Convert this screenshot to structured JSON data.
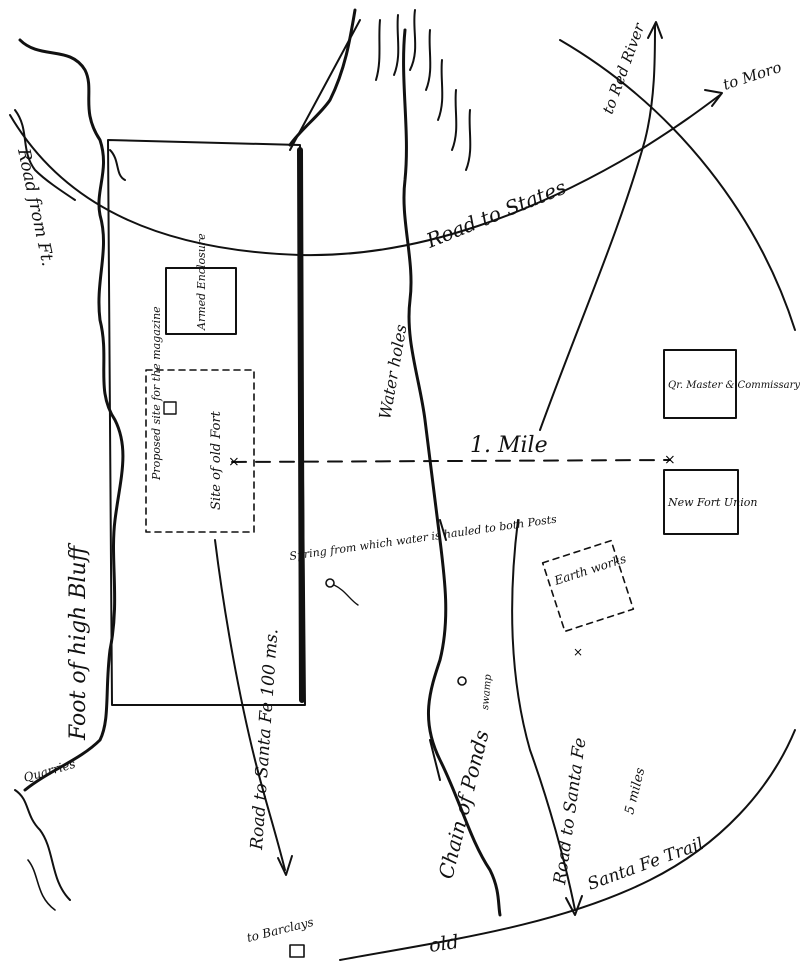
{
  "labels": {
    "from_ft": "Road from Ft.",
    "bluff": "Foot of high Bluff",
    "road_to_states": "Road to States",
    "to_moro": "to Moro",
    "to_red_river": "to Red River",
    "river_note": "Water holes",
    "one_mile": "1. Mile",
    "armed_enclosure": "Armed Enclosure",
    "proposed_site": "Proposed site for the magazine",
    "site_of_old_fort": "Site of old Fort",
    "qm_depot": "Qr. Master & Commissary",
    "new_fort_union": "New Fort Union",
    "earthworks": "Earth works",
    "spring": "Spring from which water is hauled to both Posts",
    "chain_of_ponds": "Chain of Ponds",
    "road_to_santa_fe_100": "Road to Santa Fe 100 ms.",
    "road_to_santa_fe": "Road to Santa Fe",
    "swamp": "swamp",
    "five_miles": "5 miles",
    "santa_fe_trail": "Santa Fe Trail",
    "old": "old",
    "quarries": "Quarries",
    "to_barclays": "to Barclays"
  }
}
